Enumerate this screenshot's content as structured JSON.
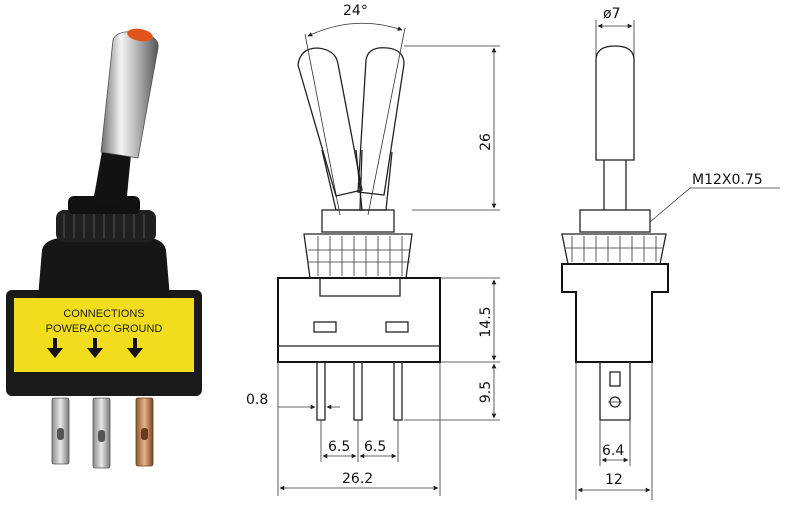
{
  "photo": {
    "label_line1": "CONNECTIONS",
    "label_line2": "POWERACC GROUND",
    "colors": {
      "housing": "#1a1a1a",
      "label": "#f2dc1e",
      "lever_chrome": "#b8b8b8",
      "led": "#e0541a",
      "terminal_tin": "#c9c9c9",
      "terminal_copper": "#c98a55"
    },
    "arrow_icon": "down-arrow-icon"
  },
  "front_view": {
    "angle": "24°",
    "height_lever": "26",
    "height_body": "14.5",
    "height_pins": "9.5",
    "pin_thickness": "0.8",
    "pin_spacing_1": "6.5",
    "pin_spacing_2": "6.5",
    "width_body": "26.2"
  },
  "side_view": {
    "lever_diameter": "ø7",
    "thread": "M12X0.75",
    "pin_width": "6.4",
    "width_body": "12"
  }
}
